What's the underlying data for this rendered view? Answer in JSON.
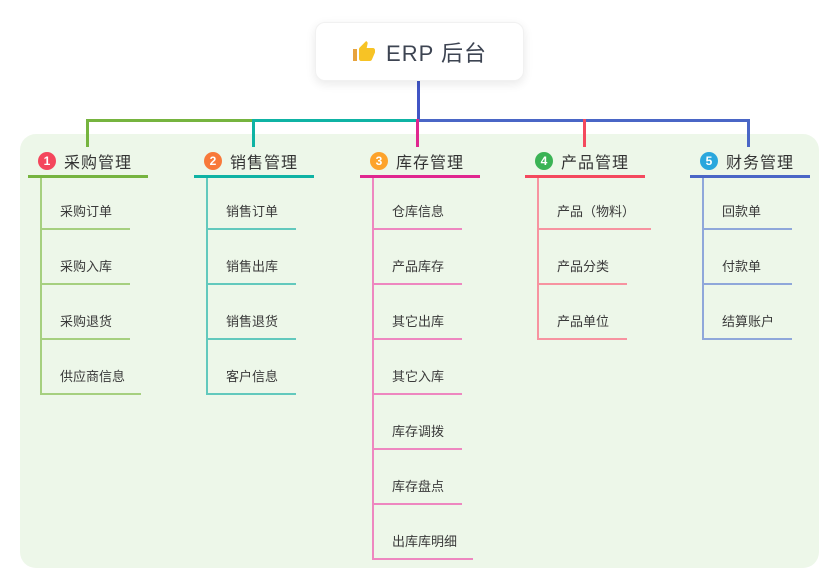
{
  "root": {
    "label": "ERP 后台",
    "icon": "thumbs-up-icon"
  },
  "colors": {
    "canvas_bg": "#ffffff",
    "panel_bg": "#edf7e9",
    "root_connector": "#4155c5",
    "title_text": "#333333",
    "child_text": "#3a3a3a"
  },
  "branches": [
    {
      "badge": "1",
      "label": "采购管理",
      "badge_color": "#f4465c",
      "line_color": "#76b43f",
      "child_line_color": "#a6d07f",
      "children": [
        "采购订单",
        "采购入库",
        "采购退货",
        "供应商信息"
      ]
    },
    {
      "badge": "2",
      "label": "销售管理",
      "badge_color": "#f8793a",
      "line_color": "#0fb3a4",
      "child_line_color": "#62c9bd",
      "children": [
        "销售订单",
        "销售出库",
        "销售退货",
        "客户信息"
      ]
    },
    {
      "badge": "3",
      "label": "库存管理",
      "badge_color": "#fda32b",
      "line_color": "#e0278f",
      "child_line_color": "#ee87c0",
      "children": [
        "仓库信息",
        "产品库存",
        "其它出库",
        "其它入库",
        "库存调拨",
        "库存盘点",
        "出库库明细"
      ]
    },
    {
      "badge": "4",
      "label": "产品管理",
      "badge_color": "#3bb355",
      "line_color": "#f4495e",
      "child_line_color": "#f793a0",
      "children": [
        "产品（物料）",
        "产品分类",
        "产品单位"
      ]
    },
    {
      "badge": "5",
      "label": "财务管理",
      "badge_color": "#2aa7dd",
      "line_color": "#4a66c6",
      "child_line_color": "#8fa7da",
      "children": [
        "回款单",
        "付款单",
        "结算账户"
      ]
    }
  ]
}
